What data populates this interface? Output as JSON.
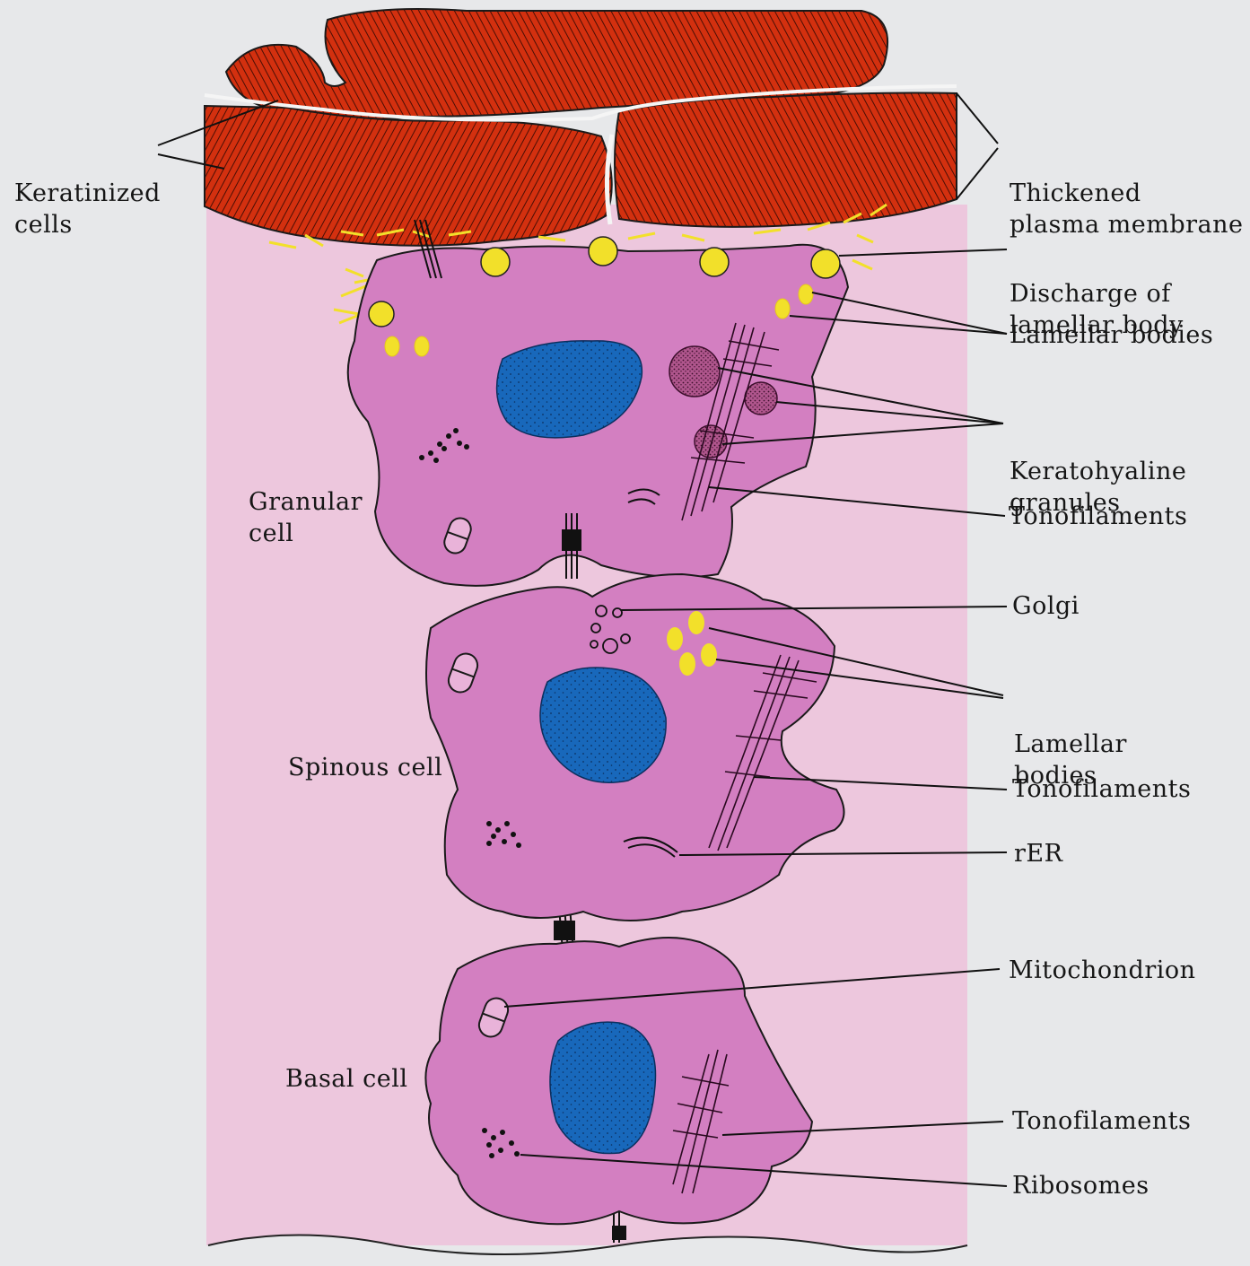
{
  "labels": {
    "keratinized_cells": [
      "Keratinized",
      "cells"
    ],
    "thickened_membrane": [
      "Thickened",
      "plasma membrane"
    ],
    "discharge_lamellar": [
      "Discharge of",
      "lamellar body"
    ],
    "lamellar_bodies_top": "Lamellar bodies",
    "keratohyaline": [
      "Keratohyaline",
      "granules"
    ],
    "tonofilaments_1": "Tonofilaments",
    "granular_cell": [
      "Granular",
      "cell"
    ],
    "golgi": "Golgi",
    "lamellar_bodies_mid": [
      "Lamellar",
      "bodies"
    ],
    "spinous_cell": "Spinous cell",
    "tonofilaments_2": "Tonofilaments",
    "rer": "rER",
    "mitochondrion": "Mitochondrion",
    "basal_cell": "Basal cell",
    "tonofilaments_3": "Tonofilaments",
    "ribosomes": "Ribosomes"
  },
  "colors": {
    "background": "#e7e8ea",
    "tissue": "#edc7dd",
    "cytoplasm": "#d37fc1",
    "nucleus": "#1565b8",
    "keratin": "#d42d10",
    "lamellar": "#f2e02a",
    "granule": "#a2477f"
  }
}
